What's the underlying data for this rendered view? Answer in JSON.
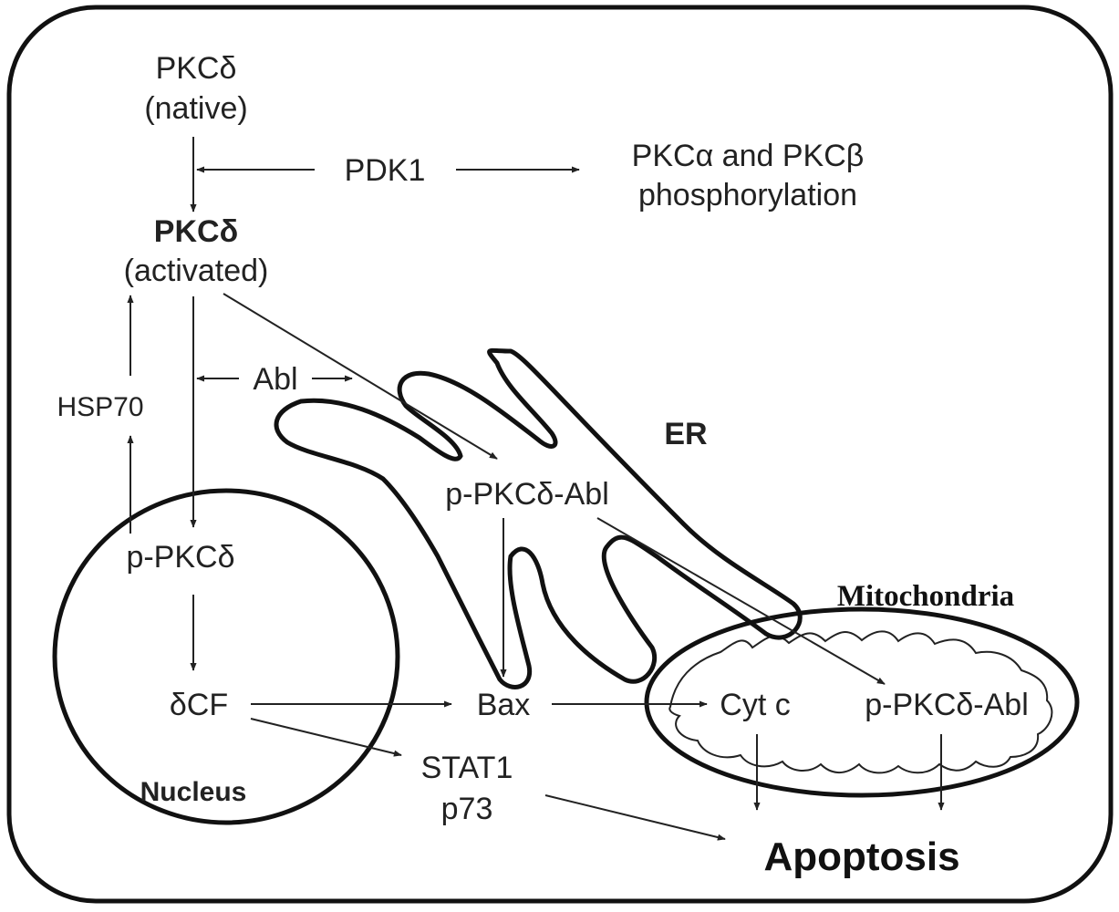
{
  "labels": {
    "pkcd_native_1": "PKCδ",
    "pkcd_native_2": "(native)",
    "pdk1": "PDK1",
    "pkca_pkcb_1": "PKCα and PKCβ",
    "pkca_pkcb_2": "phosphorylation",
    "pkcd_activated_1": "PKCδ",
    "pkcd_activated_2": "(activated)",
    "abl": "Abl",
    "hsp70": "HSP70",
    "er": "ER",
    "p_pkcd_abl_er": "p-PKCδ-Abl",
    "p_pkcd": "p-PKCδ",
    "mitochondria": "Mitochondria",
    "dcf": "δCF",
    "bax": "Bax",
    "cytc": "Cyt c",
    "p_pkcd_abl_mito": "p-PKCδ-Abl",
    "stat1": "STAT1",
    "p73": "p73",
    "nucleus": "Nucleus",
    "apoptosis": "Apoptosis"
  },
  "colors": {
    "stroke": "#111111",
    "text": "#222222",
    "background": "#ffffff"
  }
}
